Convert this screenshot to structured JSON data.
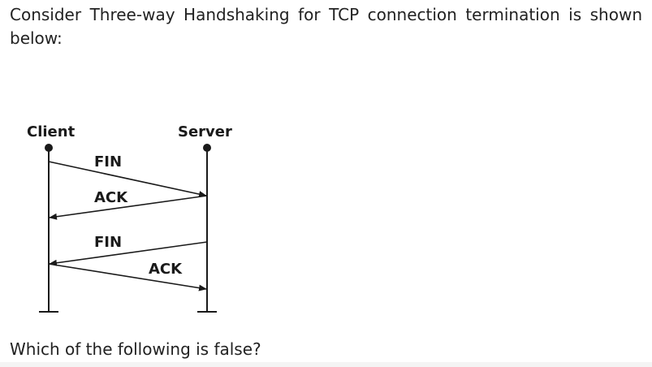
{
  "question": {
    "intro": "Consider Three-way Handshaking for TCP connection termination is shown below:",
    "followup": "Which of the following is false?"
  },
  "diagram": {
    "client_label": "Client",
    "server_label": "Server",
    "messages": [
      {
        "label": "FIN",
        "from": "Client",
        "to": "Server"
      },
      {
        "label": "ACK",
        "from": "Server",
        "to": "Client"
      },
      {
        "label": "FIN",
        "from": "Server",
        "to": "Client"
      },
      {
        "label": "ACK",
        "from": "Client",
        "to": "Server"
      }
    ]
  }
}
